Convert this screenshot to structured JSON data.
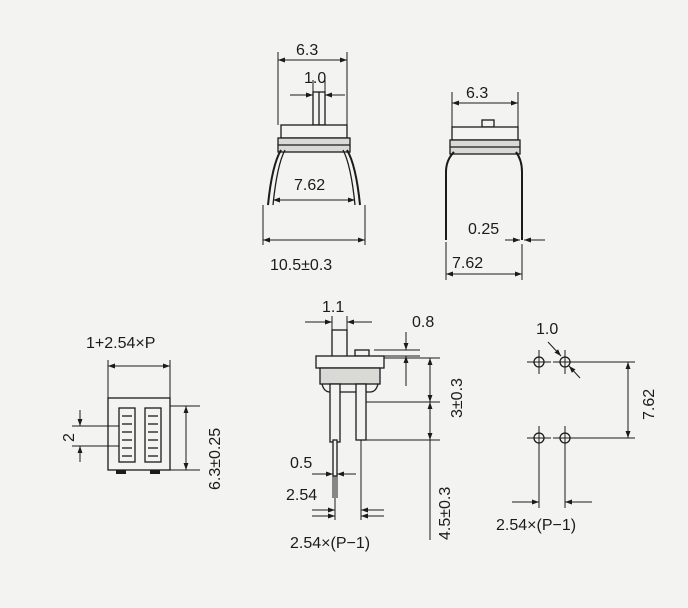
{
  "front_view": {
    "body_width": "6.3",
    "actuator_width": "1.0",
    "pin_span": "7.62",
    "overall_width": "10.5±0.3"
  },
  "side_view": {
    "body_width": "6.3",
    "lead_thickness": "0.25",
    "pin_span": "7.62"
  },
  "top_view": {
    "length": "1+2.54×P",
    "pitch": "2",
    "width": "6.3±0.25"
  },
  "section_view": {
    "actuator_width": "1.1",
    "actuator_travel": "0.8",
    "height": "3±0.3",
    "lead_length": "4.5±0.3",
    "pin_width": "0.5",
    "pin_pitch": "2.54",
    "pin_span": "2.54×(P−1)"
  },
  "pcb_layout": {
    "hole_size": "1.0",
    "row_span": "7.62",
    "pin_span": "2.54×(P−1)"
  }
}
